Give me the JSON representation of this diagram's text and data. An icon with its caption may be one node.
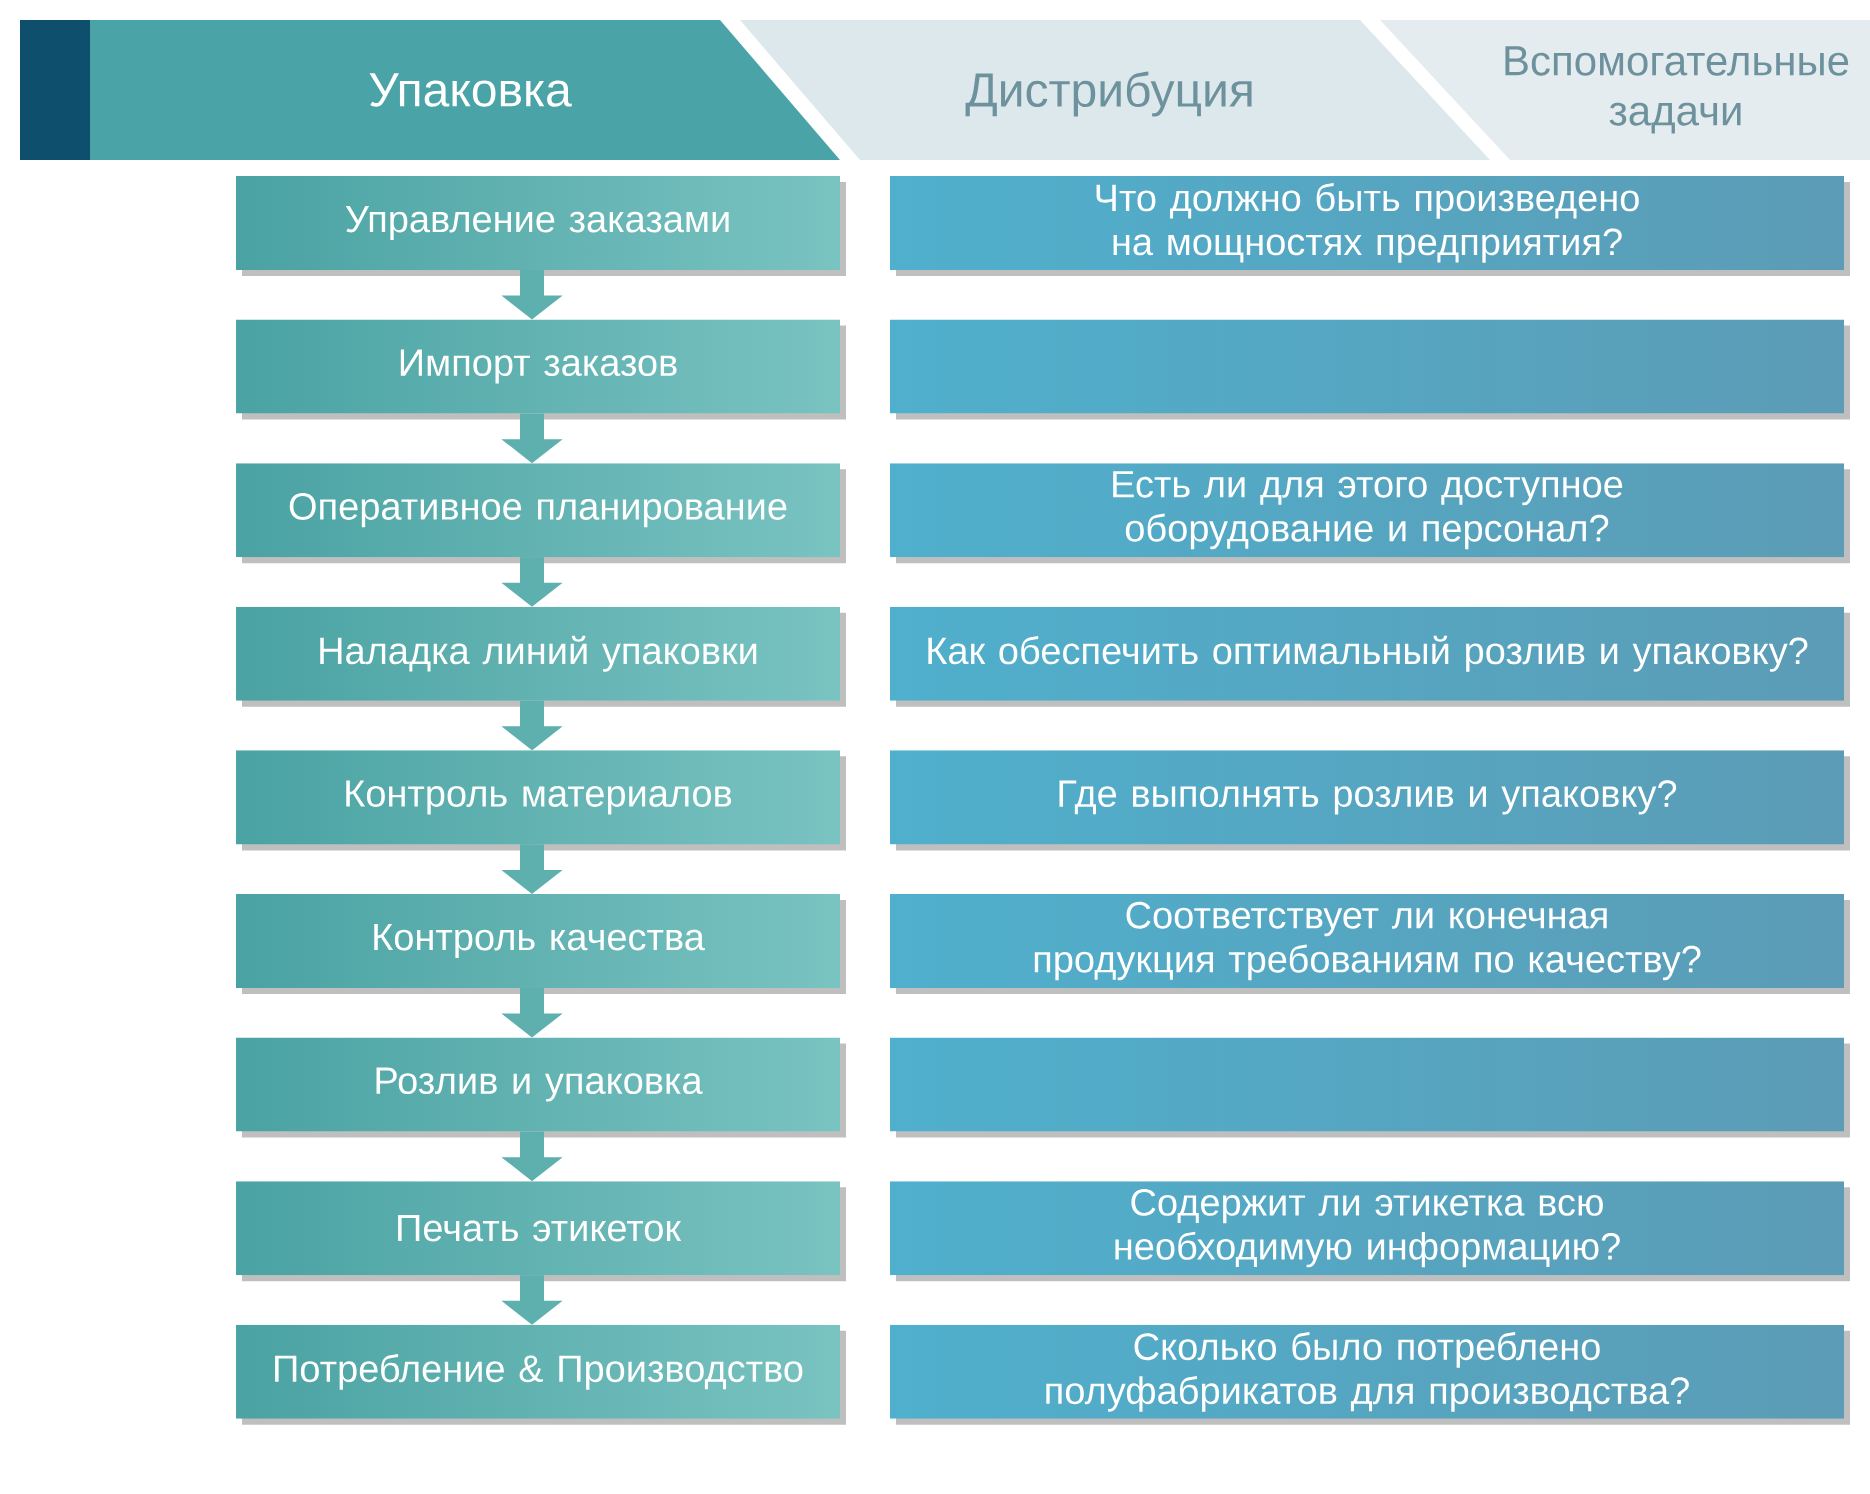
{
  "diagram": {
    "nodes": [
      {
        "text": [
          "Упаковка"
        ]
      },
      {
        "text": [
          "Дистрибуция"
        ]
      },
      {
        "text": [
          "Вспомогательные задачи"
        ]
      },
      {
        "text": [
          "Управление заказами"
        ]
      },
      {
        "text": [
          "Что должно быть произведено на мощностях предприятия?"
        ]
      },
      {
        "text": [
          "Импорт заказов"
        ]
      },
      {
        "text": [],
        "shape": "box"
      },
      {
        "text": [
          "Оперативное планирование"
        ]
      },
      {
        "text": [
          "Есть ли для этого доступное оборудование и персонал?"
        ]
      },
      {
        "text": [
          "Наладка линий упаковки"
        ]
      },
      {
        "text": [
          "Как обеспечить оптимальный розлив и упаковку?"
        ]
      },
      {
        "text": [
          "Контроль материалов"
        ]
      },
      {
        "text": [
          "Где выполнять розлив и упаковку?"
        ]
      },
      {
        "text": [
          "Контроль качества"
        ]
      },
      {
        "text": [
          "Соответствует ли конечная продукция требованиям по качеству?"
        ]
      },
      {
        "text": [
          "Розлив и упаковка"
        ]
      },
      {
        "text": [],
        "shape": "box"
      },
      {
        "text": [
          "Печать этикеток"
        ]
      },
      {
        "text": [
          "Содержит ли этикетка всю необходимую информацию?"
        ]
      },
      {
        "text": [
          "Потребление & Производство"
        ]
      },
      {
        "text": [
          "Сколько было потреблено полуфабрикатов для производства?"
        ]
      }
    ],
    "edges": [
      {
        "from": 3,
        "to": 5,
        "arrow": "to"
      },
      {
        "from": 5,
        "to": 7,
        "arrow": "to"
      },
      {
        "from": 7,
        "to": 9,
        "arrow": "to"
      },
      {
        "from": 9,
        "to": 11,
        "arrow": "to"
      },
      {
        "from": 11,
        "to": 13,
        "arrow": "to"
      },
      {
        "from": 13,
        "to": 15,
        "arrow": "to"
      },
      {
        "from": 15,
        "to": 17,
        "arrow": "to"
      },
      {
        "from": 17,
        "to": 19,
        "arrow": "to"
      }
    ]
  }
}
